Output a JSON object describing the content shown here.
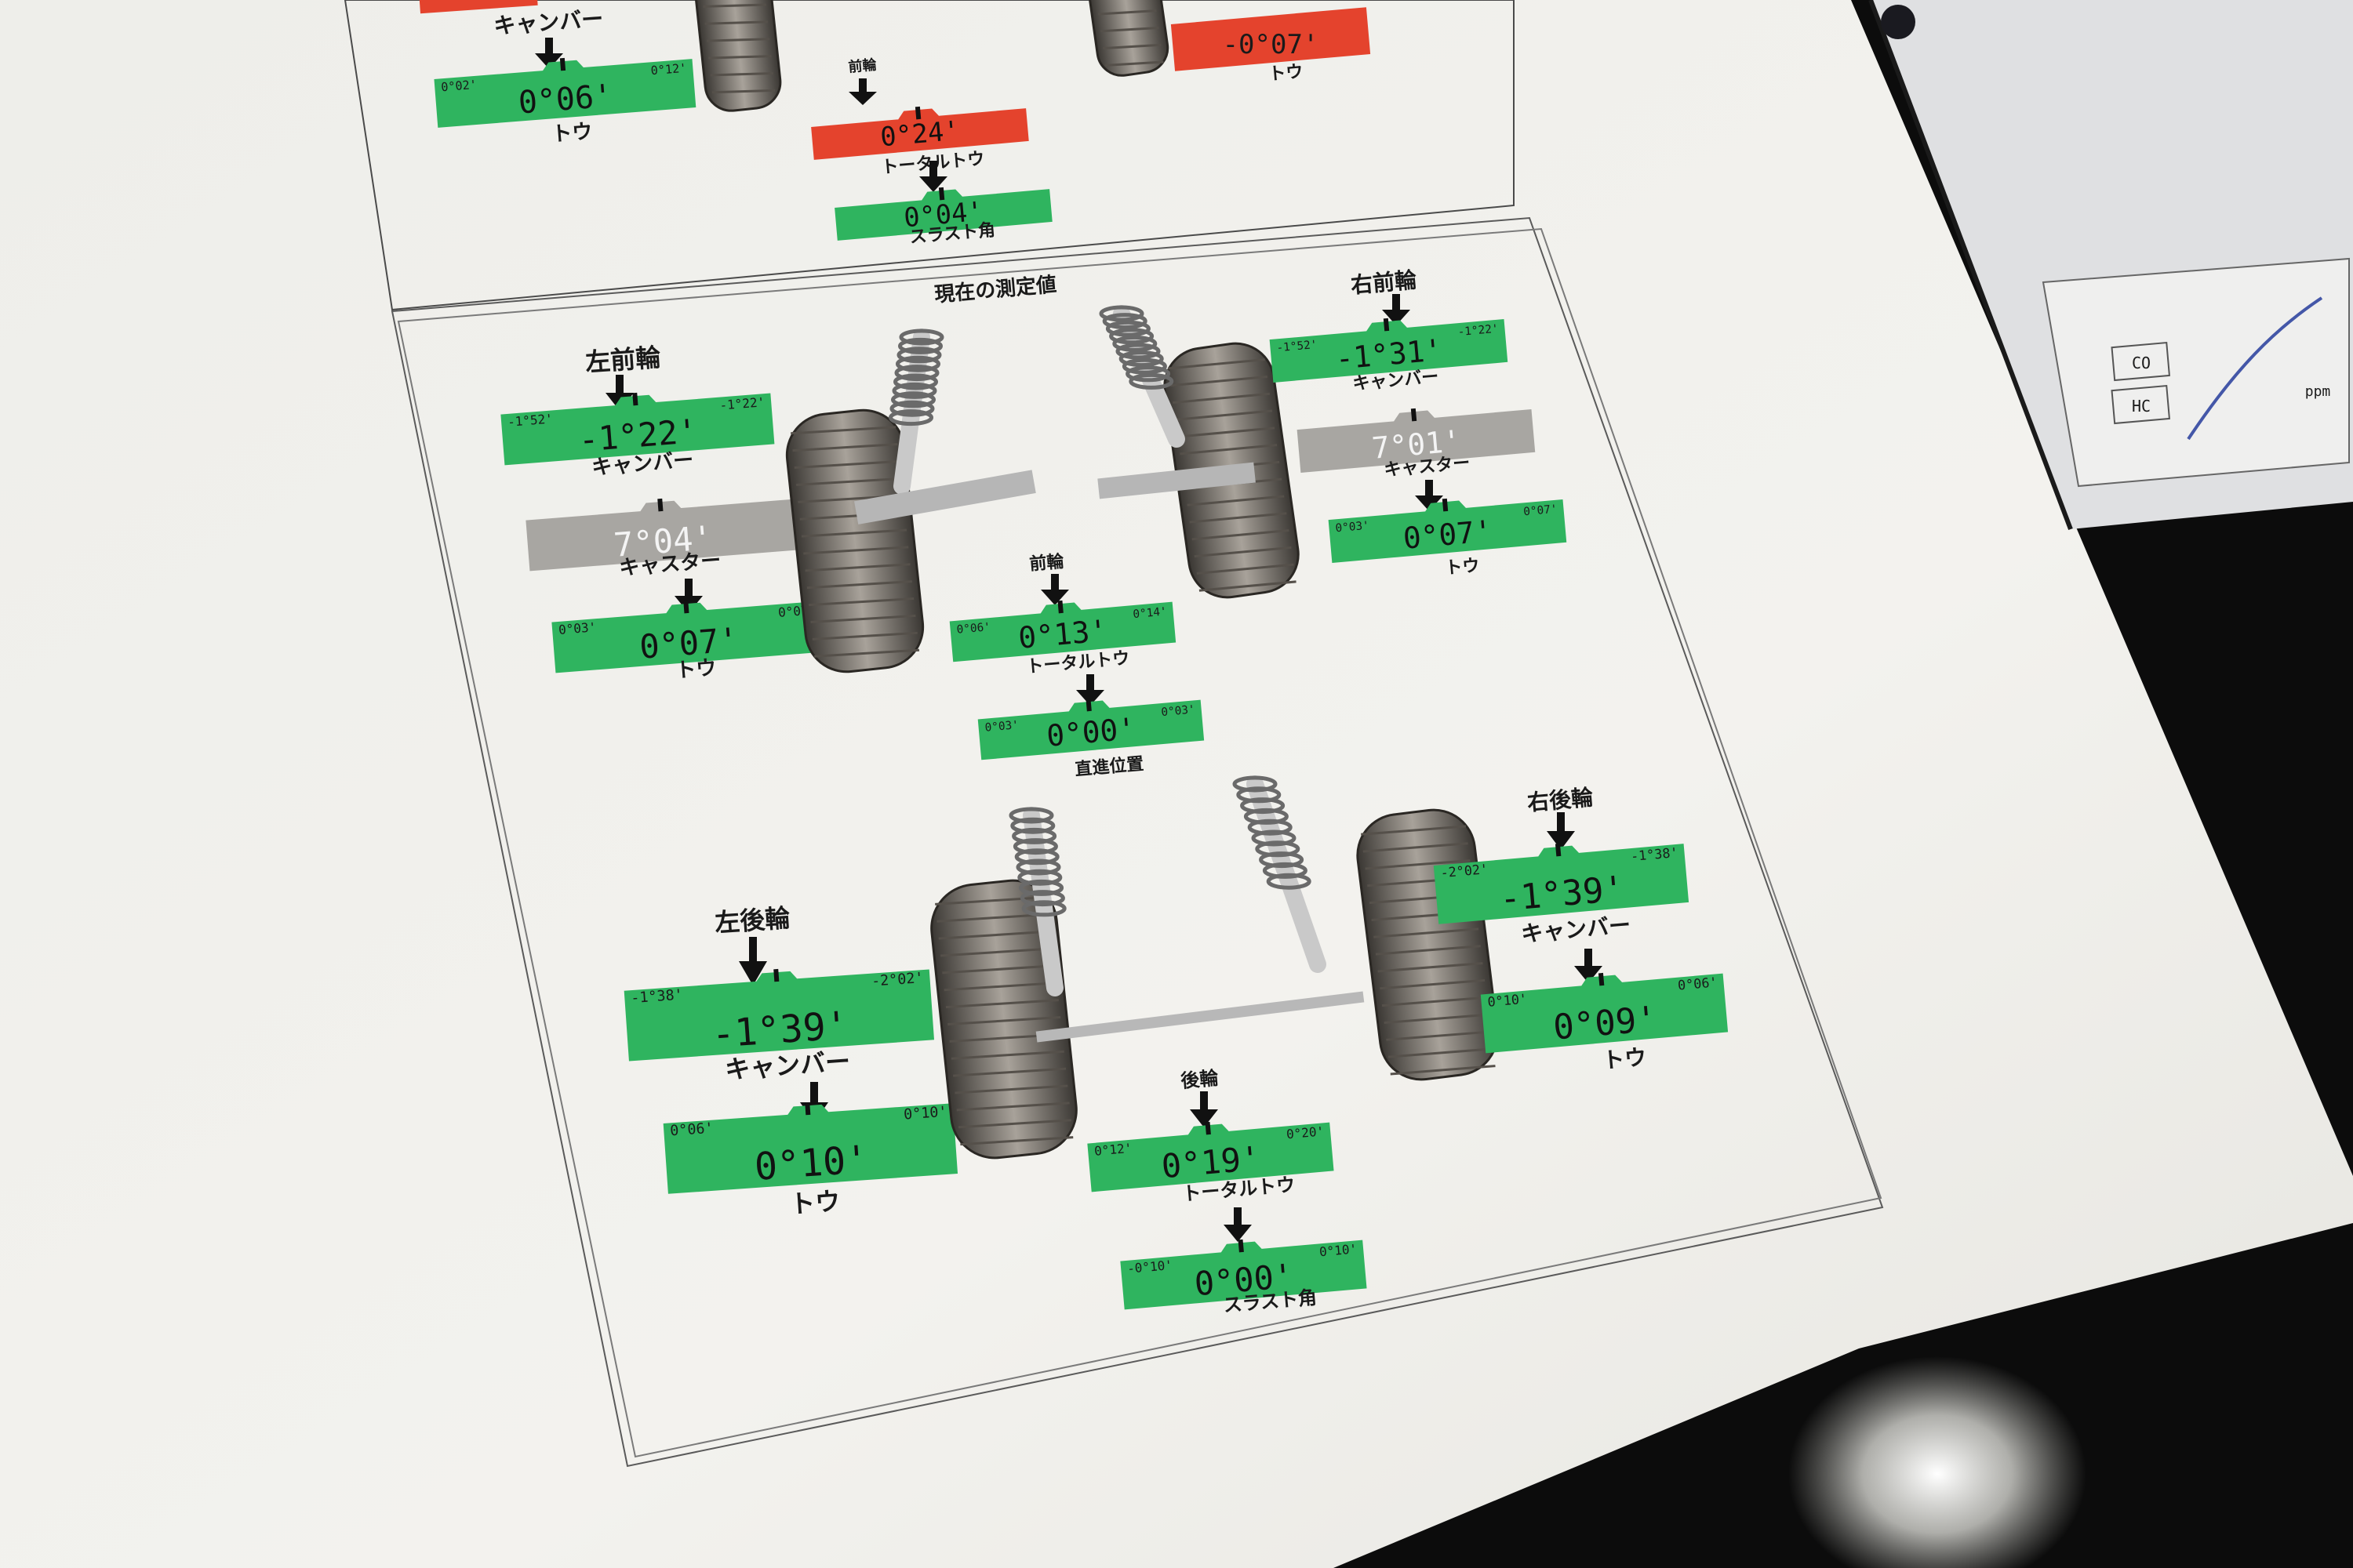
{
  "upper": {
    "camber_label": "キャンバー",
    "toe_value": "0°06'",
    "toe_label": "トウ",
    "total_toe_value": "0°24'",
    "total_toe_label": "トータルトウ",
    "front_tag": "前輪",
    "thrust_value": "0°04'",
    "thrust_label": "スラスト角",
    "right_value": "-0°07'",
    "right_label": "トウ"
  },
  "section_title": "現在の測定値",
  "front": {
    "left": {
      "title": "左前輪",
      "camber": {
        "min": "-1°52'",
        "max": "-1°22'",
        "value": "-1°22'",
        "label": "キャンバー"
      },
      "caster": {
        "value": "7°04'",
        "label": "キャスター"
      },
      "toe": {
        "min": "0°03'",
        "max": "0°07'",
        "value": "0°07'",
        "label": "トウ"
      }
    },
    "right": {
      "title": "右前輪",
      "camber": {
        "min": "-1°52'",
        "max": "-1°22'",
        "value": "-1°31'",
        "label": "キャンバー"
      },
      "caster": {
        "value": "7°01'",
        "label": "キャスター"
      },
      "toe": {
        "min": "0°03'",
        "max": "0°07'",
        "value": "0°07'",
        "label": "トウ"
      }
    },
    "total": {
      "tag": "前輪",
      "min": "0°06'",
      "max": "0°14'",
      "value": "0°13'",
      "label": "トータルトウ"
    },
    "steer": {
      "min": "0°03'",
      "max": "0°03'",
      "value": "0°00'",
      "label": "直進位置"
    }
  },
  "rear": {
    "left": {
      "title": "左後輪",
      "camber": {
        "min": "-1°38'",
        "max": "-2°02'",
        "value": "-1°39'",
        "label": "キャンバー"
      },
      "toe": {
        "min": "0°06'",
        "max": "0°10'",
        "value": "0°10'",
        "label": "トウ"
      }
    },
    "right": {
      "title": "右後輪",
      "camber": {
        "min": "-2°02'",
        "max": "-1°38'",
        "value": "-1°39'",
        "label": "キャンバー"
      },
      "toe": {
        "min": "0°10'",
        "max": "0°06'",
        "value": "0°09'",
        "label": "トウ"
      }
    },
    "total": {
      "tag": "後輪",
      "min": "0°12'",
      "max": "0°20'",
      "value": "0°19'",
      "label": "トータルトウ"
    },
    "thrust": {
      "min": "-0°10'",
      "max": "0°10'",
      "value": "0°00'",
      "label": "スラスト角"
    }
  },
  "side_sheet": {
    "rows": [
      "CO",
      "HC"
    ],
    "unit": "ppm"
  },
  "colors": {
    "ok_green": "#2fb45f",
    "bad_red": "#e4432d",
    "caster_gray": "#a8a6a2",
    "paper": "#f1f0ec",
    "background": "#0c0c0c"
  }
}
